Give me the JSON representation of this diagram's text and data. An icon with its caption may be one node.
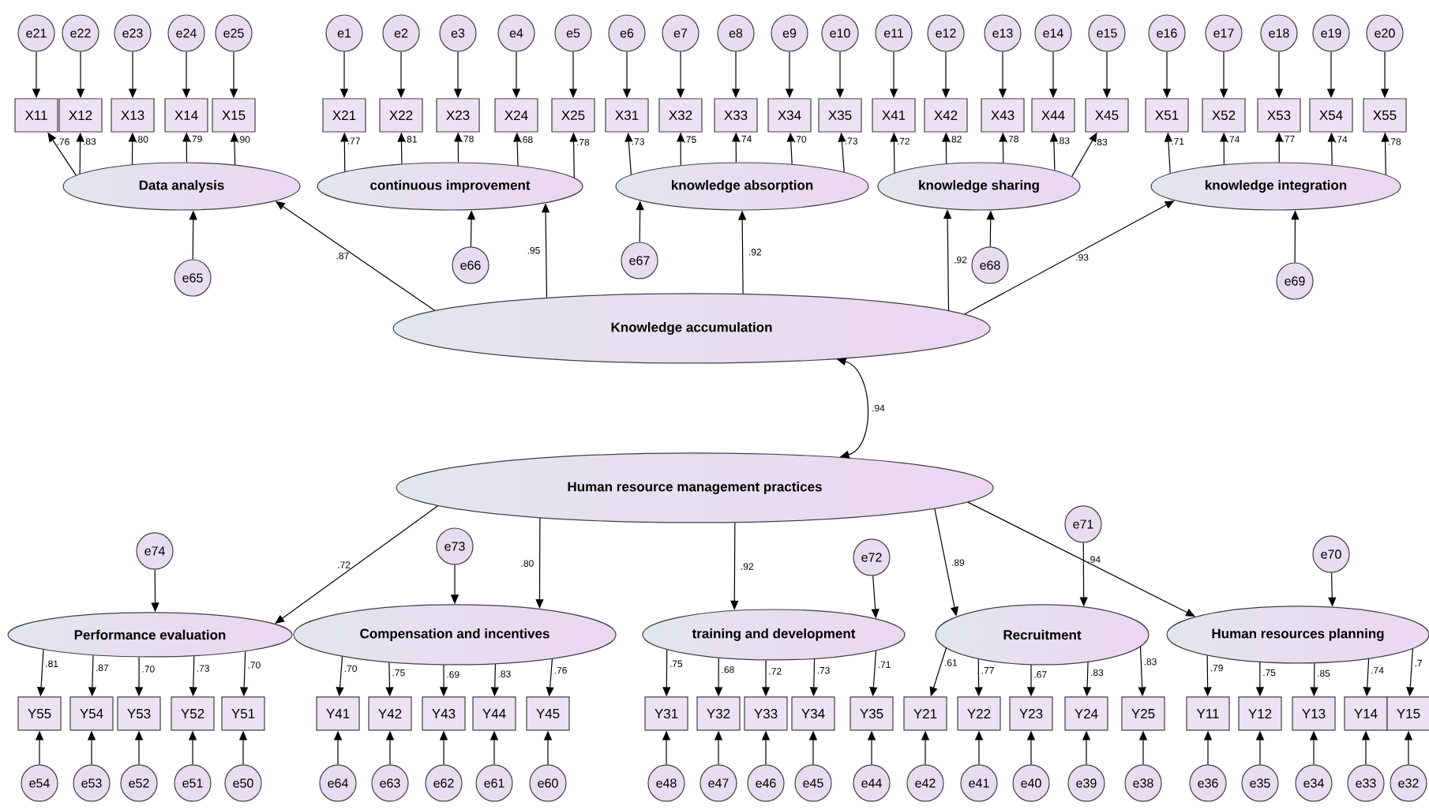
{
  "diagram": {
    "nodes": [
      {
        "text": [
          "e21"
        ]
      },
      {
        "text": [
          "e22"
        ]
      },
      {
        "text": [
          "e23"
        ]
      },
      {
        "text": [
          "e24"
        ]
      },
      {
        "text": [
          "e25"
        ]
      },
      {
        "text": [
          "e1"
        ]
      },
      {
        "text": [
          "e2"
        ]
      },
      {
        "text": [
          "e3"
        ]
      },
      {
        "text": [
          "e4"
        ]
      },
      {
        "text": [
          "e5"
        ]
      },
      {
        "text": [
          "e6"
        ]
      },
      {
        "text": [
          "e7"
        ]
      },
      {
        "text": [
          "e8"
        ]
      },
      {
        "text": [
          "e9"
        ]
      },
      {
        "text": [
          "e10"
        ]
      },
      {
        "text": [
          "e11"
        ]
      },
      {
        "text": [
          "e12"
        ]
      },
      {
        "text": [
          "e13"
        ]
      },
      {
        "text": [
          "e14"
        ]
      },
      {
        "text": [
          "e15"
        ]
      },
      {
        "text": [
          "e16"
        ]
      },
      {
        "text": [
          "e17"
        ]
      },
      {
        "text": [
          "e18"
        ]
      },
      {
        "text": [
          "e19"
        ]
      },
      {
        "text": [
          "e20"
        ]
      },
      {
        "text": [
          "X11"
        ]
      },
      {
        "text": [
          "X12"
        ]
      },
      {
        "text": [
          "X13"
        ]
      },
      {
        "text": [
          "X14"
        ]
      },
      {
        "text": [
          "X15"
        ]
      },
      {
        "text": [
          "X21"
        ]
      },
      {
        "text": [
          "X22"
        ]
      },
      {
        "text": [
          "X23"
        ]
      },
      {
        "text": [
          "X24"
        ]
      },
      {
        "text": [
          "X25"
        ]
      },
      {
        "text": [
          "X31"
        ]
      },
      {
        "text": [
          "X32"
        ]
      },
      {
        "text": [
          "X33"
        ]
      },
      {
        "text": [
          "X34"
        ]
      },
      {
        "text": [
          "X35"
        ]
      },
      {
        "text": [
          "X41"
        ]
      },
      {
        "text": [
          "X42"
        ]
      },
      {
        "text": [
          "X43"
        ]
      },
      {
        "text": [
          "X44"
        ]
      },
      {
        "text": [
          "X45"
        ]
      },
      {
        "text": [
          "X51"
        ]
      },
      {
        "text": [
          "X52"
        ]
      },
      {
        "text": [
          "X53"
        ]
      },
      {
        "text": [
          "X54"
        ]
      },
      {
        "text": [
          "X55"
        ]
      },
      {
        "text": [
          "Data analysis"
        ]
      },
      {
        "text": [
          "continuous improvement"
        ]
      },
      {
        "text": [
          "knowledge absorption"
        ]
      },
      {
        "text": [
          "knowledge sharing"
        ]
      },
      {
        "text": [
          "knowledge integration"
        ]
      },
      {
        "text": [
          "e65"
        ]
      },
      {
        "text": [
          "e66"
        ]
      },
      {
        "text": [
          "e67"
        ]
      },
      {
        "text": [
          "e68"
        ]
      },
      {
        "text": [
          "e69"
        ]
      },
      {
        "text": [
          "Knowledge accumulation"
        ]
      },
      {
        "text": [
          "Human resource management practices"
        ]
      },
      {
        "text": [
          "e74"
        ]
      },
      {
        "text": [
          "e73"
        ]
      },
      {
        "text": [
          "e72"
        ]
      },
      {
        "text": [
          "e71"
        ]
      },
      {
        "text": [
          "e70"
        ]
      },
      {
        "text": [
          "Performance evaluation"
        ]
      },
      {
        "text": [
          "Compensation and incentives"
        ]
      },
      {
        "text": [
          "training and development"
        ]
      },
      {
        "text": [
          "Recruitment"
        ]
      },
      {
        "text": [
          "Human resources planning"
        ]
      },
      {
        "text": [
          "Y55"
        ]
      },
      {
        "text": [
          "Y54"
        ]
      },
      {
        "text": [
          "Y53"
        ]
      },
      {
        "text": [
          "Y52"
        ]
      },
      {
        "text": [
          "Y51"
        ]
      },
      {
        "text": [
          "Y41"
        ]
      },
      {
        "text": [
          "Y42"
        ]
      },
      {
        "text": [
          "Y43"
        ]
      },
      {
        "text": [
          "Y44"
        ]
      },
      {
        "text": [
          "Y45"
        ]
      },
      {
        "text": [
          "Y31"
        ]
      },
      {
        "text": [
          "Y32"
        ]
      },
      {
        "text": [
          "Y33"
        ]
      },
      {
        "text": [
          "Y34"
        ]
      },
      {
        "text": [
          "Y35"
        ]
      },
      {
        "text": [
          "Y21"
        ]
      },
      {
        "text": [
          "Y22"
        ]
      },
      {
        "text": [
          "Y23"
        ]
      },
      {
        "text": [
          "Y24"
        ]
      },
      {
        "text": [
          "Y25"
        ]
      },
      {
        "text": [
          "Y11"
        ]
      },
      {
        "text": [
          "Y12"
        ]
      },
      {
        "text": [
          "Y13"
        ]
      },
      {
        "text": [
          "Y14"
        ]
      },
      {
        "text": [
          "Y15"
        ]
      },
      {
        "text": [
          "e54"
        ]
      },
      {
        "text": [
          "e53"
        ]
      },
      {
        "text": [
          "e52"
        ]
      },
      {
        "text": [
          "e51"
        ]
      },
      {
        "text": [
          "e50"
        ]
      },
      {
        "text": [
          "e64"
        ]
      },
      {
        "text": [
          "e63"
        ]
      },
      {
        "text": [
          "e62"
        ]
      },
      {
        "text": [
          "e61"
        ]
      },
      {
        "text": [
          "e60"
        ]
      },
      {
        "text": [
          "e48"
        ]
      },
      {
        "text": [
          "e47"
        ]
      },
      {
        "text": [
          "e46"
        ]
      },
      {
        "text": [
          "e45"
        ]
      },
      {
        "text": [
          "e44"
        ]
      },
      {
        "text": [
          "e42"
        ]
      },
      {
        "text": [
          "e41"
        ]
      },
      {
        "text": [
          "e40"
        ]
      },
      {
        "text": [
          "e39"
        ]
      },
      {
        "text": [
          "e38"
        ]
      },
      {
        "text": [
          "e36"
        ]
      },
      {
        "text": [
          "e35"
        ]
      },
      {
        "text": [
          "e34"
        ]
      },
      {
        "text": [
          "e33"
        ]
      },
      {
        "text": [
          "e32"
        ]
      }
    ],
    "edges": [
      {
        "from": 0,
        "to": 25,
        "arrow": "to"
      },
      {
        "from": 1,
        "to": 26,
        "arrow": "to"
      },
      {
        "from": 2,
        "to": 27,
        "arrow": "to"
      },
      {
        "from": 3,
        "to": 28,
        "arrow": "to"
      },
      {
        "from": 4,
        "to": 29,
        "arrow": "to"
      },
      {
        "from": 5,
        "to": 30,
        "arrow": "to"
      },
      {
        "from": 6,
        "to": 31,
        "arrow": "to"
      },
      {
        "from": 7,
        "to": 32,
        "arrow": "to"
      },
      {
        "from": 8,
        "to": 33,
        "arrow": "to"
      },
      {
        "from": 9,
        "to": 34,
        "arrow": "to"
      },
      {
        "from": 10,
        "to": 35,
        "arrow": "to"
      },
      {
        "from": 11,
        "to": 36,
        "arrow": "to"
      },
      {
        "from": 12,
        "to": 37,
        "arrow": "to"
      },
      {
        "from": 13,
        "to": 38,
        "arrow": "to"
      },
      {
        "from": 14,
        "to": 39,
        "arrow": "to"
      },
      {
        "from": 15,
        "to": 40,
        "arrow": "to"
      },
      {
        "from": 16,
        "to": 41,
        "arrow": "to"
      },
      {
        "from": 17,
        "to": 42,
        "arrow": "to"
      },
      {
        "from": 18,
        "to": 43,
        "arrow": "to"
      },
      {
        "from": 19,
        "to": 44,
        "arrow": "to"
      },
      {
        "from": 20,
        "to": 45,
        "arrow": "to"
      },
      {
        "from": 21,
        "to": 46,
        "arrow": "to"
      },
      {
        "from": 22,
        "to": 47,
        "arrow": "to"
      },
      {
        "from": 23,
        "to": 48,
        "arrow": "to"
      },
      {
        "from": 24,
        "to": 49,
        "arrow": "to"
      },
      {
        "from": 50,
        "to": 25,
        "arrow": "to",
        "label": ".76"
      },
      {
        "from": 50,
        "to": 26,
        "arrow": "to",
        "label": ".83"
      },
      {
        "from": 50,
        "to": 27,
        "arrow": "to",
        "label": ".80"
      },
      {
        "from": 50,
        "to": 28,
        "arrow": "to",
        "label": ".79"
      },
      {
        "from": 50,
        "to": 29,
        "arrow": "to",
        "label": ".90"
      },
      {
        "from": 51,
        "to": 30,
        "arrow": "to",
        "label": ".77"
      },
      {
        "from": 51,
        "to": 31,
        "arrow": "to",
        "label": ".81"
      },
      {
        "from": 51,
        "to": 32,
        "arrow": "to",
        "label": ".78"
      },
      {
        "from": 51,
        "to": 33,
        "arrow": "to",
        "label": ".68"
      },
      {
        "from": 51,
        "to": 34,
        "arrow": "to",
        "label": ".78"
      },
      {
        "from": 52,
        "to": 35,
        "arrow": "to",
        "label": ".73"
      },
      {
        "from": 52,
        "to": 36,
        "arrow": "to",
        "label": ".75"
      },
      {
        "from": 52,
        "to": 37,
        "arrow": "to",
        "label": ".74"
      },
      {
        "from": 52,
        "to": 38,
        "arrow": "to",
        "label": ".70"
      },
      {
        "from": 52,
        "to": 39,
        "arrow": "to",
        "label": ".73"
      },
      {
        "from": 53,
        "to": 40,
        "arrow": "to",
        "label": ".72"
      },
      {
        "from": 53,
        "to": 41,
        "arrow": "to",
        "label": ".82"
      },
      {
        "from": 53,
        "to": 42,
        "arrow": "to",
        "label": ".78"
      },
      {
        "from": 53,
        "to": 43,
        "arrow": "to",
        "label": ".83"
      },
      {
        "from": 53,
        "to": 44,
        "arrow": "to",
        "label": ".83"
      },
      {
        "from": 54,
        "to": 45,
        "arrow": "to",
        "label": ".71"
      },
      {
        "from": 54,
        "to": 46,
        "arrow": "to",
        "label": ".74"
      },
      {
        "from": 54,
        "to": 47,
        "arrow": "to",
        "label": ".77"
      },
      {
        "from": 54,
        "to": 48,
        "arrow": "to",
        "label": ".74"
      },
      {
        "from": 54,
        "to": 49,
        "arrow": "to",
        "label": ".78"
      },
      {
        "from": 60,
        "to": 50,
        "arrow": "to",
        "label": ".87"
      },
      {
        "from": 60,
        "to": 51,
        "arrow": "to",
        "label": ".95"
      },
      {
        "from": 60,
        "to": 52,
        "arrow": "to",
        "label": ".92"
      },
      {
        "from": 60,
        "to": 53,
        "arrow": "to",
        "label": ".92"
      },
      {
        "from": 60,
        "to": 54,
        "arrow": "to",
        "label": ".93"
      },
      {
        "from": 55,
        "to": 50,
        "arrow": "to"
      },
      {
        "from": 56,
        "to": 51,
        "arrow": "to"
      },
      {
        "from": 57,
        "to": 52,
        "arrow": "to"
      },
      {
        "from": 58,
        "to": 53,
        "arrow": "to"
      },
      {
        "from": 59,
        "to": 54,
        "arrow": "to"
      },
      {
        "from": 60,
        "to": 61,
        "arrow": "both",
        "label": ".94"
      },
      {
        "from": 61,
        "to": 67,
        "arrow": "to",
        "label": ".72"
      },
      {
        "from": 61,
        "to": 68,
        "arrow": "to",
        "label": ".80"
      },
      {
        "from": 61,
        "to": 69,
        "arrow": "to",
        "label": ".92"
      },
      {
        "from": 61,
        "to": 70,
        "arrow": "to",
        "label": ".89"
      },
      {
        "from": 61,
        "to": 71,
        "arrow": "to",
        "label": ".94"
      },
      {
        "from": 62,
        "to": 67,
        "arrow": "to"
      },
      {
        "from": 63,
        "to": 68,
        "arrow": "to"
      },
      {
        "from": 64,
        "to": 69,
        "arrow": "to"
      },
      {
        "from": 65,
        "to": 70,
        "arrow": "to"
      },
      {
        "from": 66,
        "to": 71,
        "arrow": "to"
      },
      {
        "from": 67,
        "to": 72,
        "arrow": "to",
        "label": ".81"
      },
      {
        "from": 67,
        "to": 73,
        "arrow": "to",
        "label": ".87"
      },
      {
        "from": 67,
        "to": 74,
        "arrow": "to",
        "label": ".70"
      },
      {
        "from": 67,
        "to": 75,
        "arrow": "to",
        "label": ".73"
      },
      {
        "from": 67,
        "to": 76,
        "arrow": "to",
        "label": ".70"
      },
      {
        "from": 68,
        "to": 77,
        "arrow": "to",
        "label": ".70"
      },
      {
        "from": 68,
        "to": 78,
        "arrow": "to",
        "label": ".75"
      },
      {
        "from": 68,
        "to": 79,
        "arrow": "to",
        "label": ".69"
      },
      {
        "from": 68,
        "to": 80,
        "arrow": "to",
        "label": ".83"
      },
      {
        "from": 68,
        "to": 81,
        "arrow": "to",
        "label": ".76"
      },
      {
        "from": 69,
        "to": 82,
        "arrow": "to",
        "label": ".75"
      },
      {
        "from": 69,
        "to": 83,
        "arrow": "to",
        "label": ".68"
      },
      {
        "from": 69,
        "to": 84,
        "arrow": "to",
        "label": ".72"
      },
      {
        "from": 69,
        "to": 85,
        "arrow": "to",
        "label": ".73"
      },
      {
        "from": 69,
        "to": 86,
        "arrow": "to",
        "label": ".71"
      },
      {
        "from": 70,
        "to": 87,
        "arrow": "to",
        "label": ".61"
      },
      {
        "from": 70,
        "to": 88,
        "arrow": "to",
        "label": ".77"
      },
      {
        "from": 70,
        "to": 89,
        "arrow": "to",
        "label": ".67"
      },
      {
        "from": 70,
        "to": 90,
        "arrow": "to",
        "label": ".83"
      },
      {
        "from": 70,
        "to": 91,
        "arrow": "to",
        "label": ".83"
      },
      {
        "from": 71,
        "to": 92,
        "arrow": "to",
        "label": ".79"
      },
      {
        "from": 71,
        "to": 93,
        "arrow": "to",
        "label": ".75"
      },
      {
        "from": 71,
        "to": 94,
        "arrow": "to",
        "label": ".85"
      },
      {
        "from": 71,
        "to": 95,
        "arrow": "to",
        "label": ".74"
      },
      {
        "from": 71,
        "to": 96,
        "arrow": "to",
        "label": ".7"
      },
      {
        "from": 97,
        "to": 72,
        "arrow": "to"
      },
      {
        "from": 98,
        "to": 73,
        "arrow": "to"
      },
      {
        "from": 99,
        "to": 74,
        "arrow": "to"
      },
      {
        "from": 100,
        "to": 75,
        "arrow": "to"
      },
      {
        "from": 101,
        "to": 76,
        "arrow": "to"
      },
      {
        "from": 102,
        "to": 77,
        "arrow": "to"
      },
      {
        "from": 103,
        "to": 78,
        "arrow": "to"
      },
      {
        "from": 104,
        "to": 79,
        "arrow": "to"
      },
      {
        "from": 105,
        "to": 80,
        "arrow": "to"
      },
      {
        "from": 106,
        "to": 81,
        "arrow": "to"
      },
      {
        "from": 107,
        "to": 82,
        "arrow": "to"
      },
      {
        "from": 108,
        "to": 83,
        "arrow": "to"
      },
      {
        "from": 109,
        "to": 84,
        "arrow": "to"
      },
      {
        "from": 110,
        "to": 85,
        "arrow": "to"
      },
      {
        "from": 111,
        "to": 86,
        "arrow": "to"
      },
      {
        "from": 112,
        "to": 87,
        "arrow": "to"
      },
      {
        "from": 113,
        "to": 88,
        "arrow": "to"
      },
      {
        "from": 114,
        "to": 89,
        "arrow": "to"
      },
      {
        "from": 115,
        "to": 90,
        "arrow": "to"
      },
      {
        "from": 116,
        "to": 91,
        "arrow": "to"
      },
      {
        "from": 117,
        "to": 92,
        "arrow": "to"
      },
      {
        "from": 118,
        "to": 93,
        "arrow": "to"
      },
      {
        "from": 119,
        "to": 94,
        "arrow": "to"
      },
      {
        "from": 120,
        "to": 95,
        "arrow": "to"
      },
      {
        "from": 121,
        "to": 96,
        "arrow": "to"
      }
    ]
  }
}
